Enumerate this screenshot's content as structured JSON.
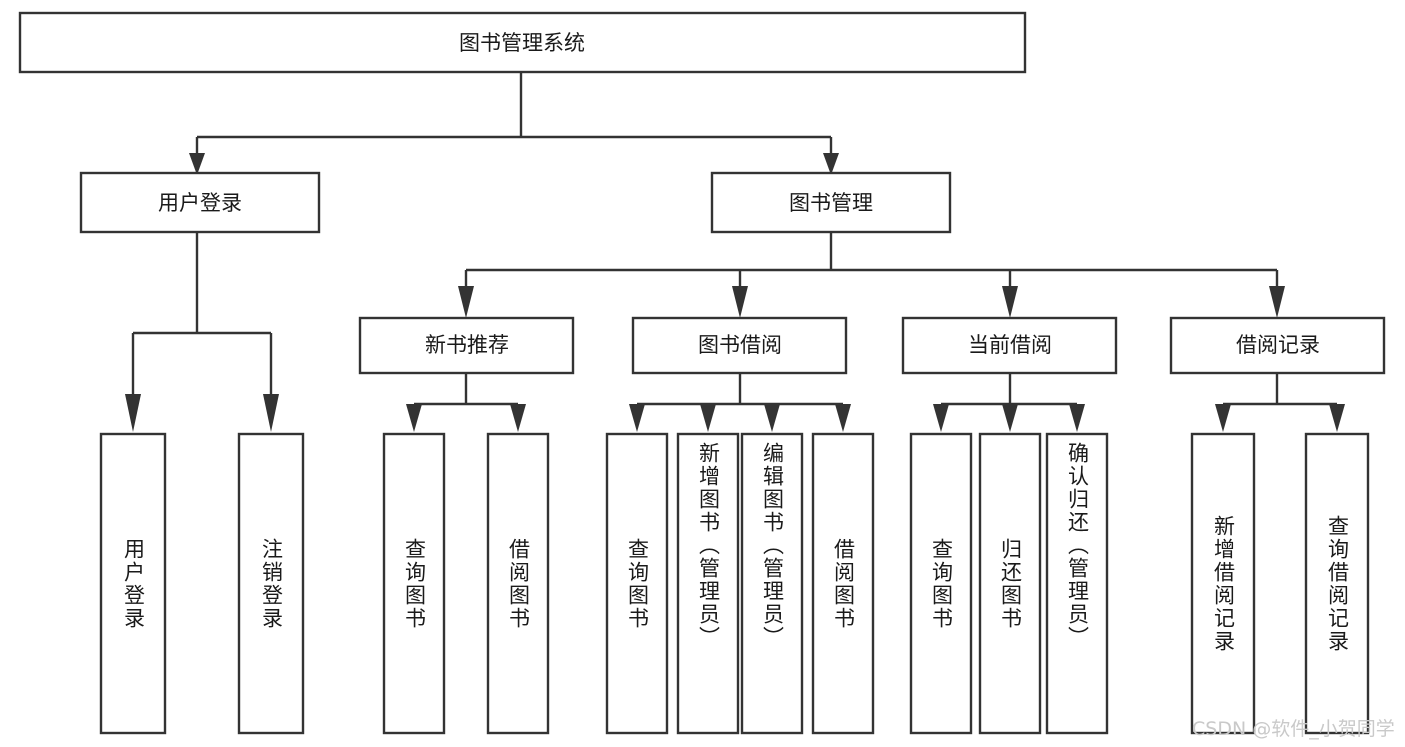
{
  "diagram": {
    "type": "tree",
    "title": "图书管理系统",
    "root": {
      "id": "root",
      "label": "图书管理系统"
    },
    "level2": [
      {
        "id": "user-login",
        "label": "用户登录"
      },
      {
        "id": "book-manage",
        "label": "图书管理"
      }
    ],
    "level3": [
      {
        "id": "new-book-rec",
        "label": "新书推荐",
        "parent": "book-manage"
      },
      {
        "id": "book-borrow",
        "label": "图书借阅",
        "parent": "book-manage"
      },
      {
        "id": "current-borrow",
        "label": "当前借阅",
        "parent": "book-manage"
      },
      {
        "id": "borrow-record",
        "label": "借阅记录",
        "parent": "book-manage"
      }
    ],
    "leaves": [
      {
        "id": "leaf-user-login",
        "label": "用户登录",
        "parent": "user-login"
      },
      {
        "id": "leaf-logout",
        "label": "注销登录",
        "parent": "user-login"
      },
      {
        "id": "leaf-query-book-1",
        "label": "查询图书",
        "parent": "new-book-rec"
      },
      {
        "id": "leaf-borrow-book-1",
        "label": "借阅图书",
        "parent": "new-book-rec"
      },
      {
        "id": "leaf-query-book-2",
        "label": "查询图书",
        "parent": "book-borrow"
      },
      {
        "id": "leaf-add-book",
        "label": "新增图书（管理员）",
        "parent": "book-borrow"
      },
      {
        "id": "leaf-edit-book",
        "label": "编辑图书（管理员）",
        "parent": "book-borrow"
      },
      {
        "id": "leaf-borrow-book-2",
        "label": "借阅图书",
        "parent": "book-borrow"
      },
      {
        "id": "leaf-query-book-3",
        "label": "查询图书",
        "parent": "current-borrow"
      },
      {
        "id": "leaf-return-book",
        "label": "归还图书",
        "parent": "current-borrow"
      },
      {
        "id": "leaf-confirm-return",
        "label": "确认归还（管理员）",
        "parent": "current-borrow"
      },
      {
        "id": "leaf-add-record",
        "label": "新增借阅记录",
        "parent": "borrow-record"
      },
      {
        "id": "leaf-query-record",
        "label": "查询借阅记录",
        "parent": "borrow-record"
      }
    ],
    "colors": {
      "box_stroke": "#333333",
      "box_fill": "#ffffff",
      "text": "#1a1a1a",
      "background": "#ffffff",
      "watermark": "#c9c9c9"
    }
  },
  "watermark": {
    "text": "CSDN @软件_小贺同学"
  }
}
